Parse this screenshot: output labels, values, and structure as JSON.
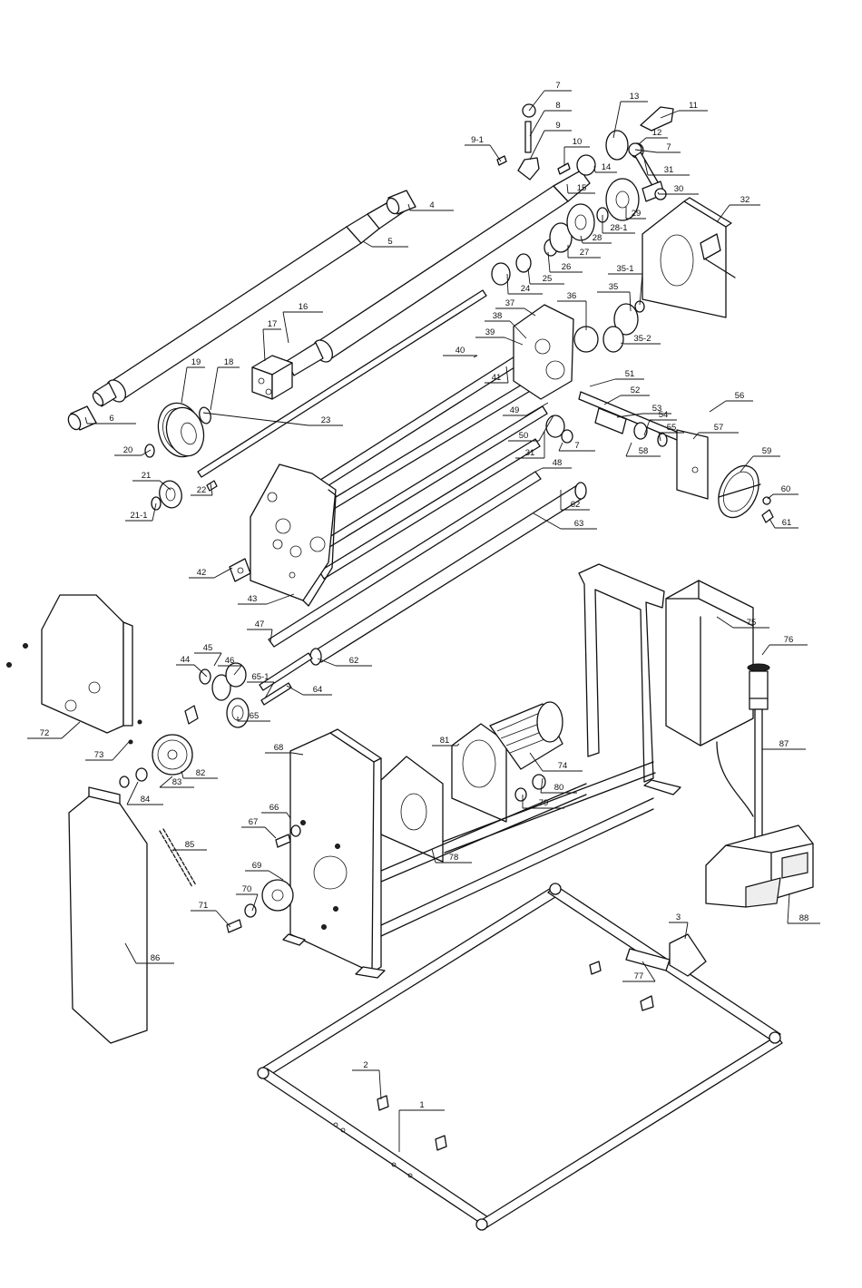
{
  "callouts": [
    {
      "text": "7"
    },
    {
      "text": "8"
    },
    {
      "text": "9"
    },
    {
      "text": "9-1"
    },
    {
      "text": "10"
    },
    {
      "text": "13"
    },
    {
      "text": "11"
    },
    {
      "text": "12"
    },
    {
      "text": "7"
    },
    {
      "text": "14"
    },
    {
      "text": "31"
    },
    {
      "text": "15"
    },
    {
      "text": "30"
    },
    {
      "text": "32"
    },
    {
      "text": "29"
    },
    {
      "text": "28-1"
    },
    {
      "text": "4"
    },
    {
      "text": "5"
    },
    {
      "text": "28"
    },
    {
      "text": "27"
    },
    {
      "text": "26"
    },
    {
      "text": "25"
    },
    {
      "text": "35-1"
    },
    {
      "text": "24"
    },
    {
      "text": "35"
    },
    {
      "text": "16"
    },
    {
      "text": "37"
    },
    {
      "text": "36"
    },
    {
      "text": "38"
    },
    {
      "text": "39"
    },
    {
      "text": "35-2"
    },
    {
      "text": "17"
    },
    {
      "text": "40"
    },
    {
      "text": "19"
    },
    {
      "text": "18"
    },
    {
      "text": "41"
    },
    {
      "text": "51"
    },
    {
      "text": "52"
    },
    {
      "text": "56"
    },
    {
      "text": "53"
    },
    {
      "text": "49"
    },
    {
      "text": "6"
    },
    {
      "text": "23"
    },
    {
      "text": "54"
    },
    {
      "text": "55"
    },
    {
      "text": "57"
    },
    {
      "text": "50"
    },
    {
      "text": "7"
    },
    {
      "text": "31"
    },
    {
      "text": "58"
    },
    {
      "text": "20"
    },
    {
      "text": "48"
    },
    {
      "text": "59"
    },
    {
      "text": "21"
    },
    {
      "text": "22"
    },
    {
      "text": "60"
    },
    {
      "text": "21-1"
    },
    {
      "text": "62"
    },
    {
      "text": "61"
    },
    {
      "text": "63"
    },
    {
      "text": "42"
    },
    {
      "text": "43"
    },
    {
      "text": "75"
    },
    {
      "text": "47"
    },
    {
      "text": "76"
    },
    {
      "text": "45"
    },
    {
      "text": "46"
    },
    {
      "text": "62"
    },
    {
      "text": "44"
    },
    {
      "text": "65-1"
    },
    {
      "text": "64"
    },
    {
      "text": "72"
    },
    {
      "text": "65"
    },
    {
      "text": "87"
    },
    {
      "text": "73"
    },
    {
      "text": "81"
    },
    {
      "text": "68"
    },
    {
      "text": "74"
    },
    {
      "text": "82"
    },
    {
      "text": "83"
    },
    {
      "text": "80"
    },
    {
      "text": "84"
    },
    {
      "text": "79"
    },
    {
      "text": "66"
    },
    {
      "text": "67"
    },
    {
      "text": "78"
    },
    {
      "text": "85"
    },
    {
      "text": "69"
    },
    {
      "text": "88"
    },
    {
      "text": "70"
    },
    {
      "text": "71"
    },
    {
      "text": "86"
    },
    {
      "text": "3"
    },
    {
      "text": "77"
    },
    {
      "text": "2"
    },
    {
      "text": "1"
    }
  ]
}
